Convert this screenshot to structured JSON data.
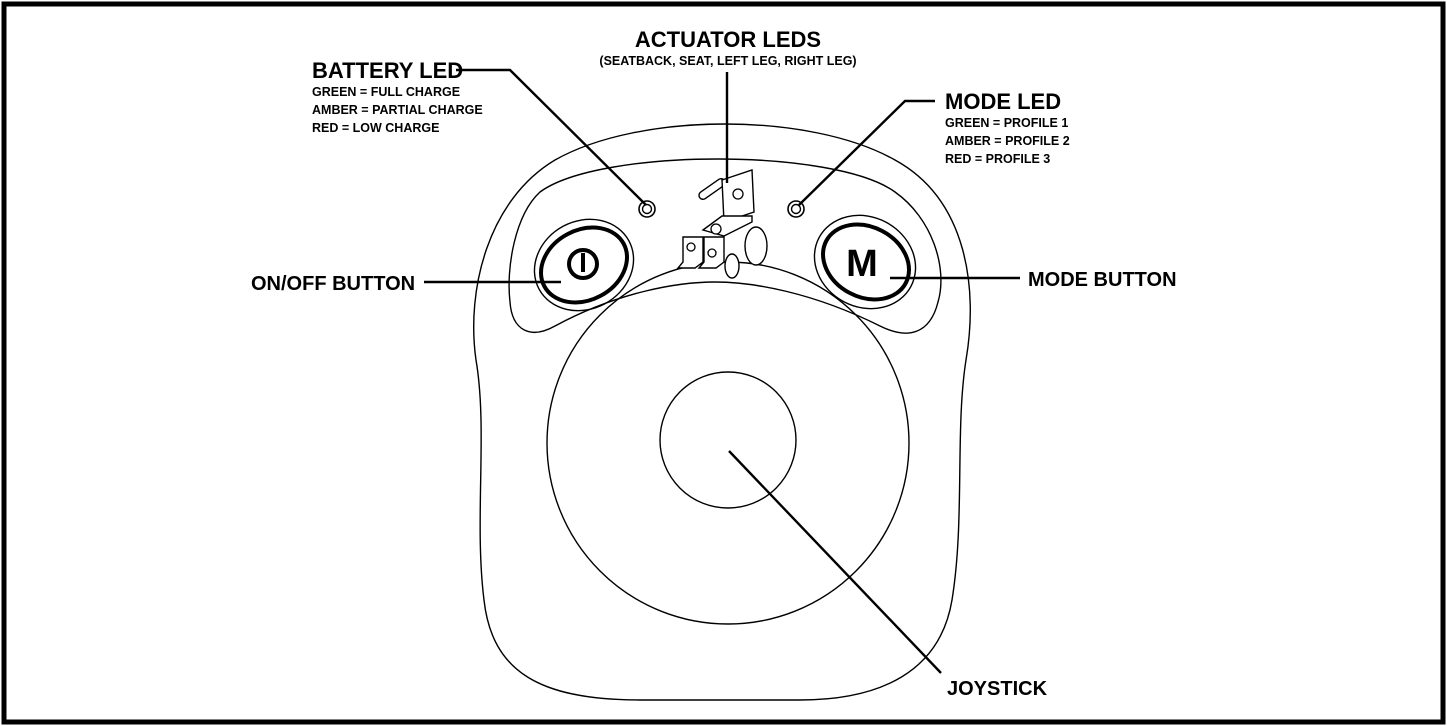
{
  "labels": {
    "battery_led": {
      "title": "BATTERY LED",
      "lines": [
        "GREEN = FULL CHARGE",
        "AMBER = PARTIAL CHARGE",
        "RED = LOW CHARGE"
      ]
    },
    "actuator_leds": {
      "title": "ACTUATOR LEDS",
      "subtitle": "(SEATBACK, SEAT, LEFT LEG, RIGHT LEG)"
    },
    "mode_led": {
      "title": "MODE LED",
      "lines": [
        "GREEN = PROFILE 1",
        "AMBER = PROFILE 2",
        "RED = PROFILE 3"
      ]
    },
    "on_off_button": "ON/OFF BUTTON",
    "mode_button": "MODE BUTTON",
    "joystick": "JOYSTICK"
  },
  "buttons": {
    "mode_glyph": "M",
    "power_icon": "power-icon"
  },
  "colors": {
    "line": "#000000",
    "background": "#ffffff"
  }
}
